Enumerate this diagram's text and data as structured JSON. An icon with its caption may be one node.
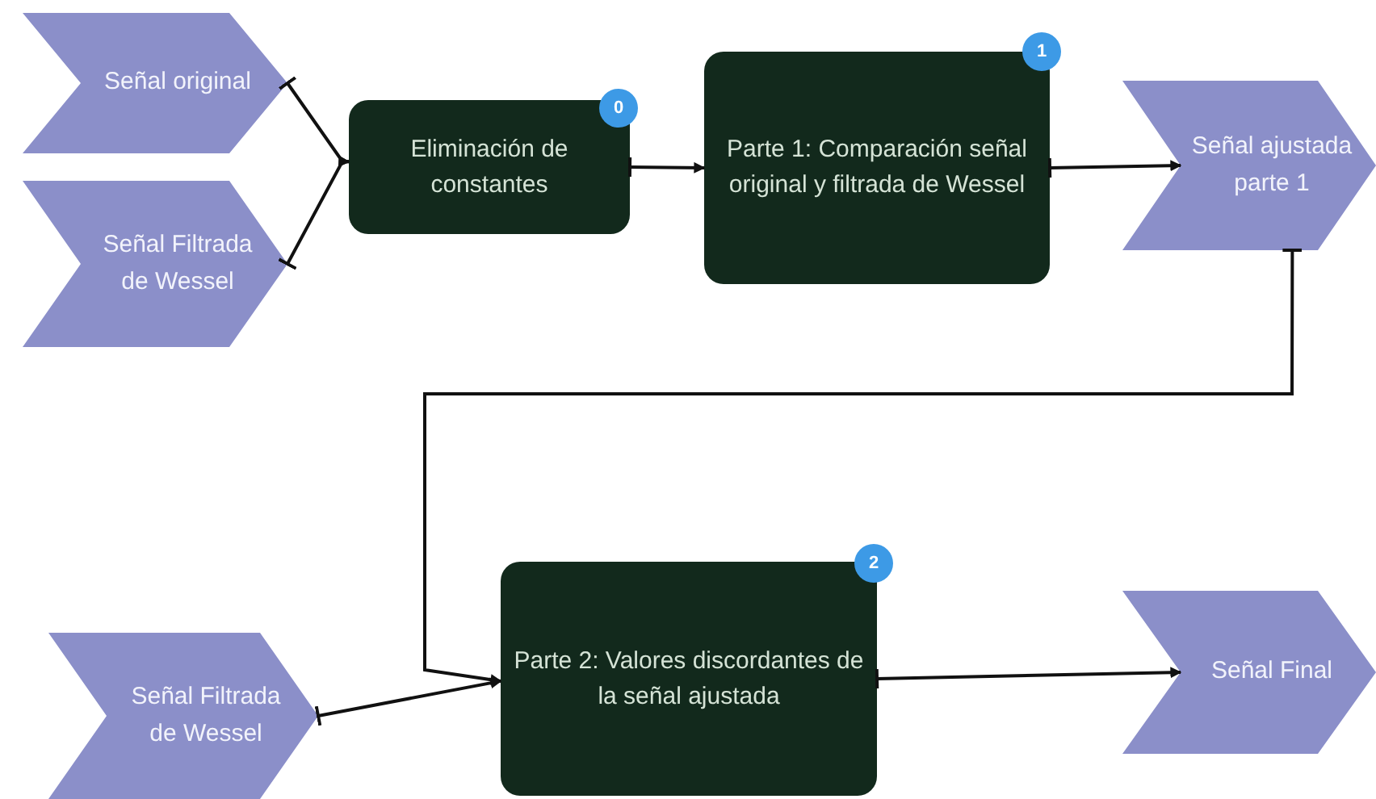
{
  "diagram": {
    "nodes": [
      {
        "text": [
          "Señal original"
        ]
      },
      {
        "text": [
          "Señal Filtrada de Wessel"
        ]
      },
      {
        "text": [
          "Eliminación de constantes"
        ]
      },
      {
        "text": [
          "0"
        ]
      },
      {
        "text": [
          "Parte 1: Comparación señal original y filtrada de Wessel"
        ]
      },
      {
        "text": [
          "1"
        ]
      },
      {
        "text": [
          "Señal ajustada parte 1"
        ]
      },
      {
        "text": [
          "Señal Filtrada de Wessel"
        ]
      },
      {
        "text": [
          "Parte 2: Valores discordantes de la señal ajustada"
        ]
      },
      {
        "text": [
          "2"
        ]
      },
      {
        "text": [
          "Señal Final"
        ]
      }
    ],
    "edges": [
      {
        "from": 0,
        "to": 2,
        "arrow": "to"
      },
      {
        "from": 1,
        "to": 2,
        "arrow": "to"
      },
      {
        "from": 2,
        "to": 4,
        "arrow": "to"
      },
      {
        "from": 4,
        "to": 6,
        "arrow": "to"
      },
      {
        "from": 6,
        "to": 8,
        "arrow": "to"
      },
      {
        "from": 7,
        "to": 8,
        "arrow": "to"
      },
      {
        "from": 8,
        "to": 10,
        "arrow": "to"
      }
    ]
  }
}
